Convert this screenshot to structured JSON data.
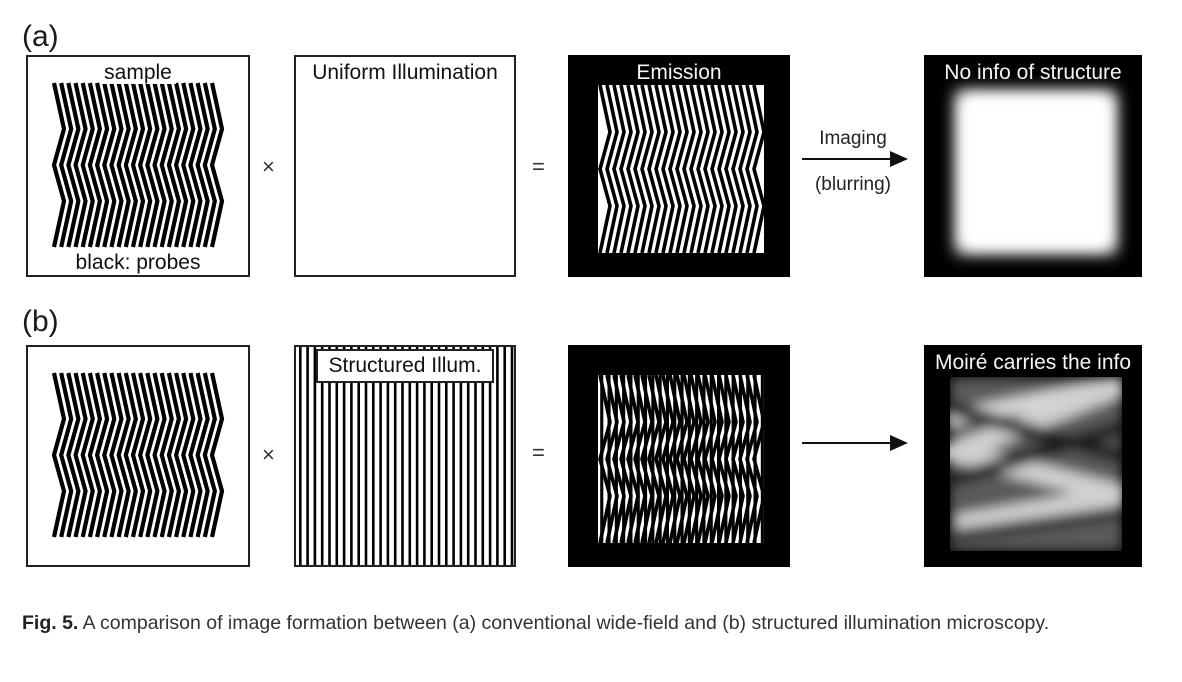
{
  "figure": {
    "row_a_label": "(a)",
    "row_b_label": "(b)",
    "row_a": {
      "sample_top": "sample",
      "sample_bottom": "black: probes",
      "illumination": "Uniform Illumination",
      "emission": "Emission",
      "arrow_top": "Imaging",
      "arrow_bottom": "(blurring)",
      "result": "No info of structure"
    },
    "row_b": {
      "illumination": "Structured Illum.",
      "result": "Moiré carries the info"
    },
    "times_symbol": "×",
    "equals_symbol": "=",
    "caption_label": "Fig. 5.",
    "caption_text": " A comparison of image formation between (a) conventional wide-field and (b) structured illumination microscopy."
  },
  "colors": {
    "ink": "#000000",
    "paper": "#ffffff"
  }
}
